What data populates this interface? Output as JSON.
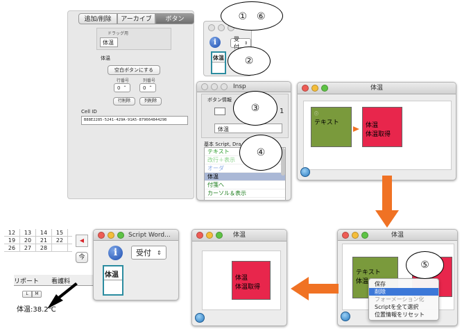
{
  "callouts": {
    "c1": "①　⑥",
    "c2": "②",
    "c3": "③",
    "c4": "④",
    "c5": "⑤"
  },
  "panelA": {
    "tabs": [
      "追加/削除",
      "アーカイブ",
      "ボタン"
    ],
    "drag_label": "ドラッグ用",
    "drag_button": "体温",
    "name_label": "体温",
    "blank_button": "空白ボタンにする",
    "row_label": "行番号",
    "col_label": "列番号",
    "row_value": "0",
    "col_value": "0",
    "row_delete": "行削除",
    "col_delete": "列削除",
    "cell_id_label": "Cell ID",
    "cell_id": "B88E2285-5241-429A-91A5-879664844298"
  },
  "panelB": {
    "info_icon": "i",
    "select_value": "受付",
    "button_label": "体温"
  },
  "inspector": {
    "title": "Insp",
    "section": "ボタン情報",
    "number": "1",
    "name_value": "体温",
    "list_header": "基本 Script, Dra",
    "items": [
      {
        "label": "テキスト",
        "color": "#2a9a2a"
      },
      {
        "label": "改行＋表示",
        "color": "#88d088"
      },
      {
        "label": "オーダ",
        "color": "#8aa9e6"
      },
      {
        "label": "体温",
        "color": "#000000"
      },
      {
        "label": "付箋へ",
        "color": "#1d7d1d"
      },
      {
        "label": "カーソル＆表示",
        "color": "#1d7d1d"
      }
    ]
  },
  "canvas1": {
    "title": "体温",
    "green_card": "テキスト",
    "red_card_line1": "体温",
    "red_card_line2": "体温取得",
    "green_color": "#7a9a3c",
    "red_color": "#e8264c"
  },
  "canvas2": {
    "title": "体温",
    "red_card_line1": "体温",
    "red_card_line2": "体温取得"
  },
  "canvas3": {
    "title": "体温",
    "green_card_line1": "テキスト",
    "green_card_line2": "体温",
    "menu": [
      {
        "label": "保存",
        "state": "normal"
      },
      {
        "label": "削除",
        "state": "highlighted"
      },
      {
        "label": "フォーメーション化",
        "state": "disabled"
      },
      {
        "label": "Scriptを全て選択",
        "state": "normal"
      },
      {
        "label": "位置情報をリセット",
        "state": "normal"
      }
    ]
  },
  "scriptWindow": {
    "title": "Script Word...",
    "select_value": "受付",
    "button_label": "体温"
  },
  "calendar": {
    "rows": [
      [
        "12",
        "13",
        "14",
        "15"
      ],
      [
        "19",
        "20",
        "21",
        "22"
      ],
      [
        "26",
        "27",
        "28",
        ""
      ]
    ],
    "today_button": "今",
    "tab_l": "L",
    "tab_m": "M",
    "tabs": [
      "リポート",
      "看護料"
    ],
    "text": "体温:38.2℃"
  },
  "arrows": {
    "color": "#f07224"
  }
}
